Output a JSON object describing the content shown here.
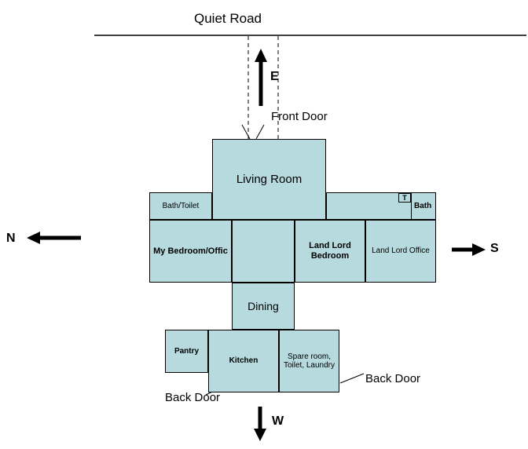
{
  "colors": {
    "room_fill": "#b6dade",
    "line": "#000000"
  },
  "road": {
    "label": "Quiet Road"
  },
  "compass": {
    "north": "N",
    "south": "S",
    "east": "E",
    "west": "W"
  },
  "doors": {
    "front": "Front Door",
    "back_left": "Back Door",
    "back_right": "Back Door"
  },
  "rooms": {
    "living": "Living Room",
    "bath_toilet": "Bath/Toilet",
    "t_box": "T",
    "bath": "Bath",
    "my_bedroom": "My Bedroom/Offic",
    "landlord_bedroom": "Land Lord Bedroom",
    "landlord_office": "Land Lord Office",
    "dining": "Dining",
    "pantry": "Pantry",
    "kitchen": "Kitchen",
    "spare": "Spare room, Toilet, Laundry"
  }
}
